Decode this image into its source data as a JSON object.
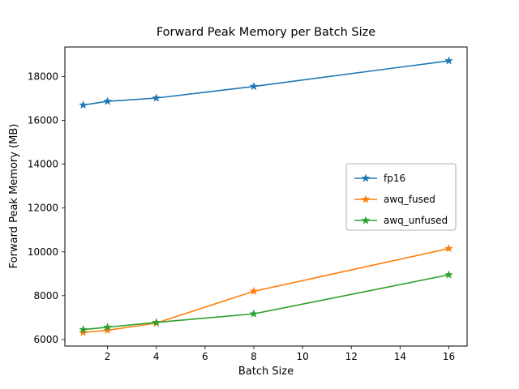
{
  "chart_data": {
    "type": "line",
    "title": "Forward Peak Memory per Batch Size",
    "xlabel": "Batch Size",
    "ylabel": "Forward Peak Memory (MB)",
    "x": [
      1,
      2,
      4,
      8,
      16
    ],
    "series": [
      {
        "name": "fp16",
        "color": "#1f77b4",
        "values": [
          16700,
          16870,
          17020,
          17550,
          18720
        ]
      },
      {
        "name": "awq_fused",
        "color": "#ff7f0e",
        "values": [
          6320,
          6420,
          6750,
          8200,
          10150
        ]
      },
      {
        "name": "awq_unfused",
        "color": "#2ca02c",
        "values": [
          6450,
          6560,
          6780,
          7170,
          8950
        ]
      }
    ],
    "xticks": [
      2,
      4,
      6,
      8,
      10,
      12,
      14,
      16
    ],
    "yticks": [
      6000,
      8000,
      10000,
      12000,
      14000,
      16000,
      18000
    ],
    "xlim": [
      0.25,
      16.75
    ],
    "ylim": [
      5700,
      19350
    ],
    "marker": "star",
    "grid": false,
    "legend": {
      "position": "center right",
      "frame": true,
      "frame_color": "#b0b0b0"
    },
    "background": "#ffffff",
    "axis_color": "#000000"
  }
}
